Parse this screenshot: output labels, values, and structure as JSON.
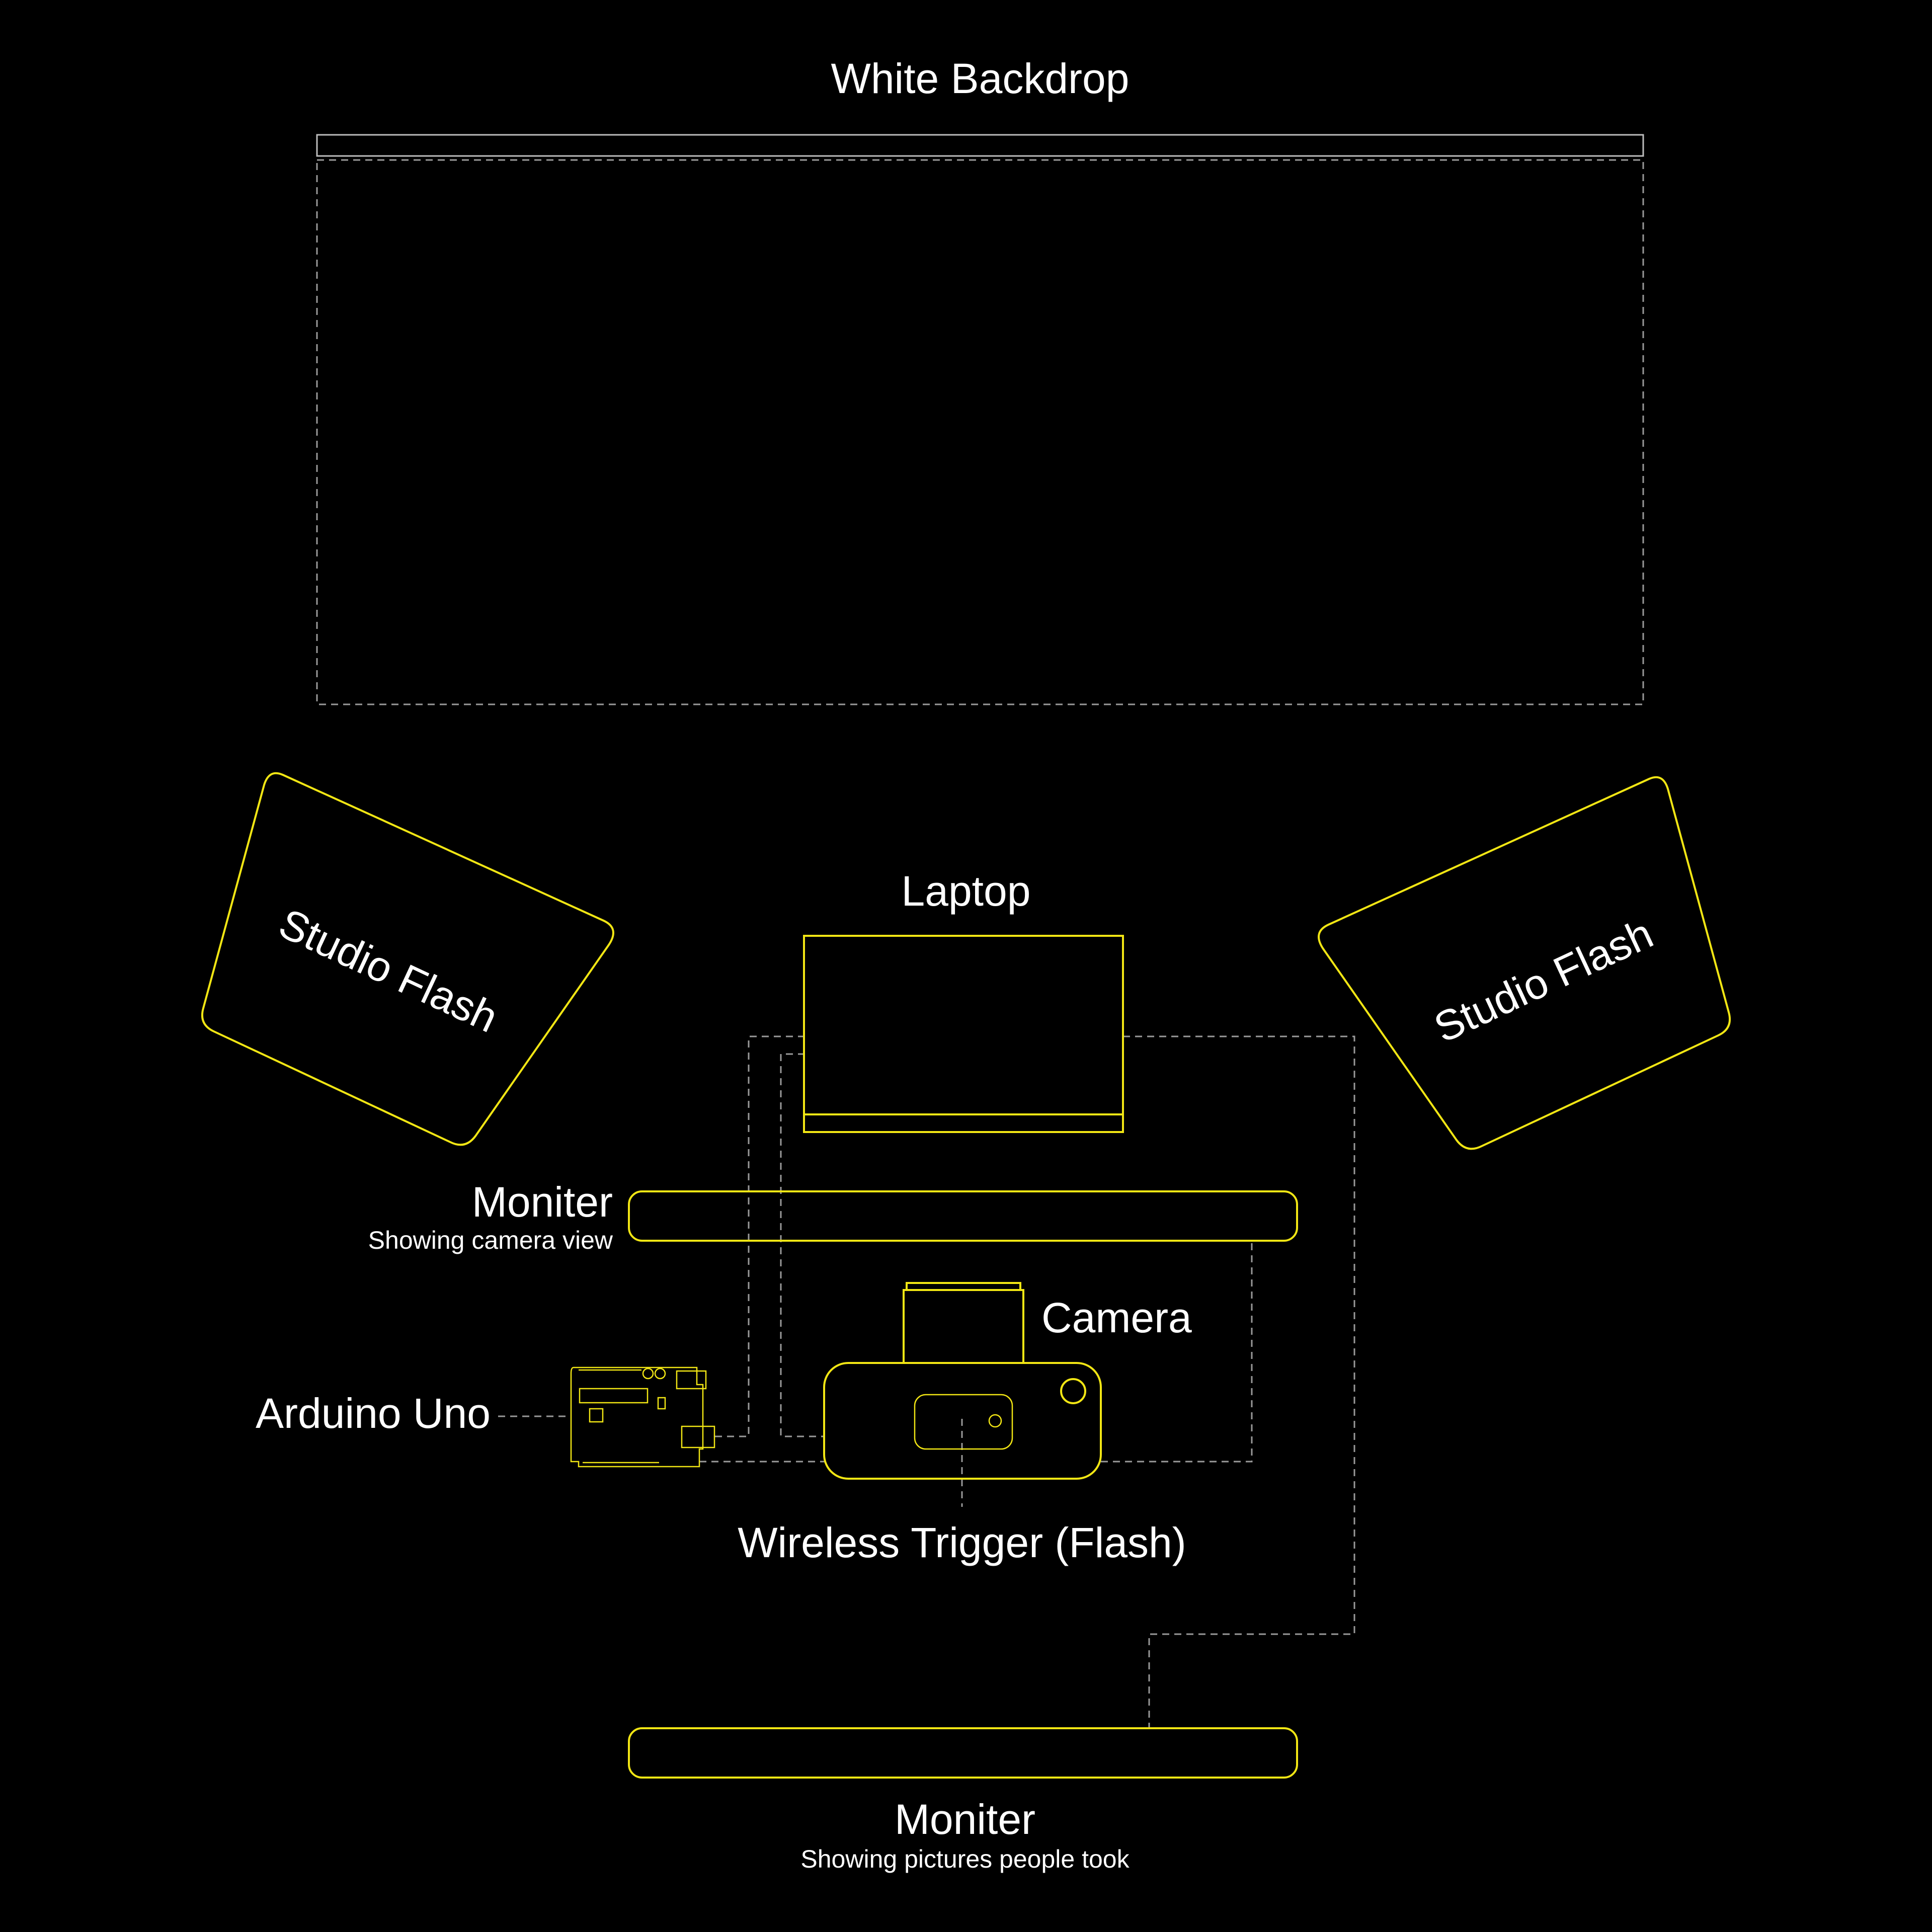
{
  "colors": {
    "background": "#000000",
    "equipment_outline": "#f2e614",
    "backdrop_outline": "#bdbdbd",
    "connection_line": "#9a9a9a",
    "label_text": "#ffffff"
  },
  "labels": {
    "backdrop": "White Backdrop",
    "flash_left": "Studio Flash",
    "flash_right": "Studio Flash",
    "laptop": "Laptop",
    "monitor_top": "Moniter",
    "monitor_top_sub": "Showing camera view",
    "camera": "Camera",
    "arduino": "Arduino Uno",
    "trigger": "Wireless Trigger (Flash)",
    "monitor_bottom": "Moniter",
    "monitor_bottom_sub": "Showing pictures people took"
  }
}
